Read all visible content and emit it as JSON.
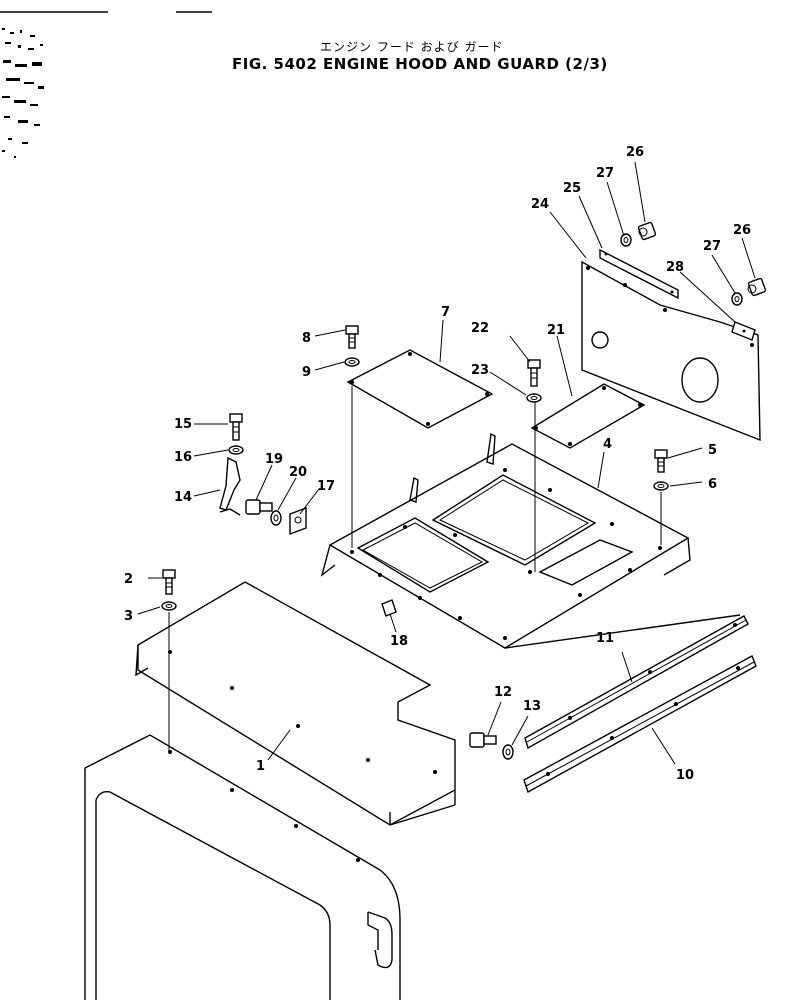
{
  "header": {
    "title_jp": "エンジン フード および ガード",
    "title": "FIG. 5402  ENGINE HOOD AND GUARD (2/3)"
  },
  "callouts": {
    "c1": "1",
    "c2": "2",
    "c3": "3",
    "c4": "4",
    "c5": "5",
    "c6": "6",
    "c7": "7",
    "c8": "8",
    "c9": "9",
    "c10": "10",
    "c11": "11",
    "c12": "12",
    "c13": "13",
    "c14": "14",
    "c15": "15",
    "c16": "16",
    "c17": "17",
    "c18": "18",
    "c19": "19",
    "c20": "20",
    "c21": "21",
    "c22": "22",
    "c23": "23",
    "c24": "24",
    "c25": "25",
    "c26a": "26",
    "c26b": "26",
    "c27a": "27",
    "c27b": "27",
    "c28": "28"
  }
}
